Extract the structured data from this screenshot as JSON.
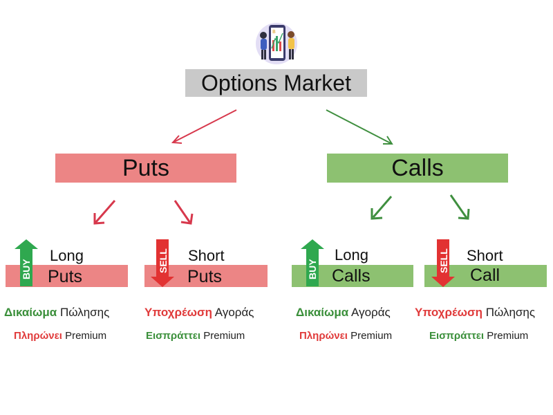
{
  "root": {
    "label": "Options Market"
  },
  "categories": [
    {
      "label": "Puts"
    },
    {
      "label": "Calls"
    }
  ],
  "positions": [
    {
      "badge": "BUY",
      "top": "Long",
      "bottom": "Puts",
      "desc_em": "Δικαίωμα",
      "desc_rest": "Πώλησης",
      "sub_em": "Πληρώνει",
      "sub_rest": "Premium"
    },
    {
      "badge": "SELL",
      "top": "Short",
      "bottom": "Puts",
      "desc_em": "Υποχρέωση",
      "desc_rest": "Αγοράς",
      "sub_em": "Εισπράττει",
      "sub_rest": "Premium"
    },
    {
      "badge": "BUY",
      "top": "Long",
      "bottom": "Calls",
      "desc_em": "Δικαίωμα",
      "desc_rest": "Αγοράς",
      "sub_em": "Πληρώνει",
      "sub_rest": "Premium"
    },
    {
      "badge": "SELL",
      "top": "Short",
      "bottom": "Call",
      "desc_em": "Υποχρέωση",
      "desc_rest": "Πώλησης",
      "sub_em": "Εισπράττει",
      "sub_rest": "Premium"
    }
  ],
  "colors": {
    "red": "#ec8585",
    "green": "#8dc171",
    "arrow_red": "#d7384c",
    "arrow_green": "#3f8f3f",
    "badge_green": "#2fa84f",
    "badge_red": "#e23232",
    "root_bg": "#c9c9c9"
  },
  "icons": {
    "header": "trading-people-phone-icon",
    "buy": "buy-arrow-up-icon",
    "sell": "sell-arrow-down-icon"
  }
}
